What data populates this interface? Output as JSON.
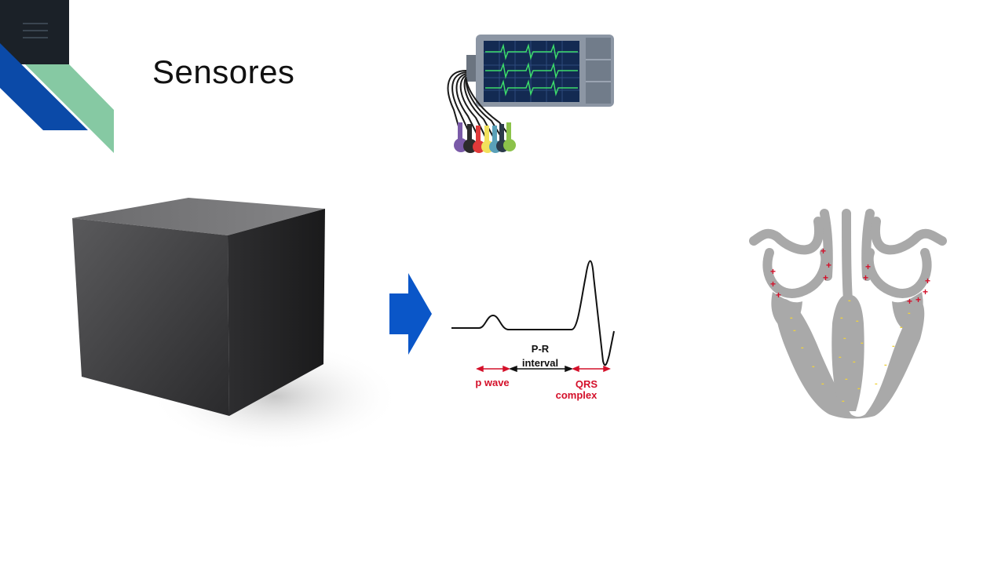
{
  "slide": {
    "title": "Sensores"
  },
  "ecg": {
    "pr_label_line1": "P-R",
    "pr_label_line2": "interval",
    "p_wave_label": "p wave",
    "qrs_label_line1": "QRS",
    "qrs_label_line2": "complex"
  },
  "heart": {
    "positive_symbol": "+",
    "negative_symbol": "-"
  },
  "colors": {
    "accent_blue": "#0b4aa8",
    "accent_green": "#86c9a3",
    "arrow_blue": "#0a56c8",
    "label_red": "#d4102a",
    "menu_dark": "#1b2128"
  },
  "icons": [
    "menu-icon",
    "ecg-monitor-icon",
    "black-box-cube",
    "right-arrow-icon",
    "heart-conduction-diagram"
  ]
}
